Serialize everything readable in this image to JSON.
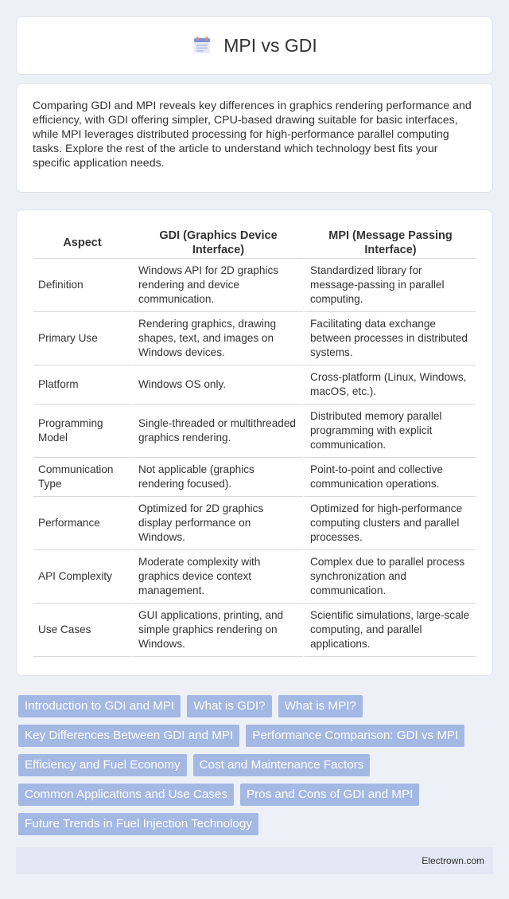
{
  "header": {
    "title": "MPI vs GDI",
    "icon": "document-icon"
  },
  "intro": {
    "text": "Comparing GDI and MPI reveals key differences in graphics rendering performance and efficiency, with GDI offering simpler, CPU-based drawing suitable for basic interfaces, while MPI leverages distributed processing for high-performance parallel computing tasks. Explore the rest of the article to understand which technology best fits your specific application needs."
  },
  "table": {
    "headers": [
      "Aspect",
      "GDI (Graphics Device Interface)",
      "MPI (Message Passing Interface)"
    ],
    "rows": [
      {
        "aspect": "Definition",
        "gdi": "Windows API for 2D graphics rendering and device communication.",
        "mpi": "Standardized library for message-passing in parallel computing."
      },
      {
        "aspect": "Primary Use",
        "gdi": "Rendering graphics, drawing shapes, text, and images on Windows devices.",
        "mpi": "Facilitating data exchange between processes in distributed systems."
      },
      {
        "aspect": "Platform",
        "gdi": "Windows OS only.",
        "mpi": "Cross-platform (Linux, Windows, macOS, etc.)."
      },
      {
        "aspect": "Programming Model",
        "gdi": "Single-threaded or multithreaded graphics rendering.",
        "mpi": "Distributed memory parallel programming with explicit communication."
      },
      {
        "aspect": "Communication Type",
        "gdi": "Not applicable (graphics rendering focused).",
        "mpi": "Point-to-point and collective communication operations."
      },
      {
        "aspect": "Performance",
        "gdi": "Optimized for 2D graphics display performance on Windows.",
        "mpi": "Optimized for high-performance computing clusters and parallel processes."
      },
      {
        "aspect": "API Complexity",
        "gdi": "Moderate complexity with graphics device context management.",
        "mpi": "Complex due to parallel process synchronization and communication."
      },
      {
        "aspect": "Use Cases",
        "gdi": "GUI applications, printing, and simple graphics rendering on Windows.",
        "mpi": "Scientific simulations, large-scale computing, and parallel applications."
      }
    ]
  },
  "tags": [
    [
      "Introduction to GDI and MPI",
      "What is GDI?",
      "What is MPI?"
    ],
    [
      "Key Differences Between GDI and MPI",
      "Performance Comparison: GDI vs MPI"
    ],
    [
      "Efficiency and Fuel Economy",
      "Cost and Maintenance Factors"
    ],
    [
      "Common Applications and Use Cases",
      "Pros and Cons of GDI and MPI"
    ],
    [
      "Future Trends in Fuel Injection Technology"
    ]
  ],
  "footer": {
    "text": "Electrown.com"
  },
  "colors": {
    "tag_bg": "#a4b8e4",
    "page_bg": "#eef0f7",
    "footer_bg": "#e4e8f4"
  }
}
